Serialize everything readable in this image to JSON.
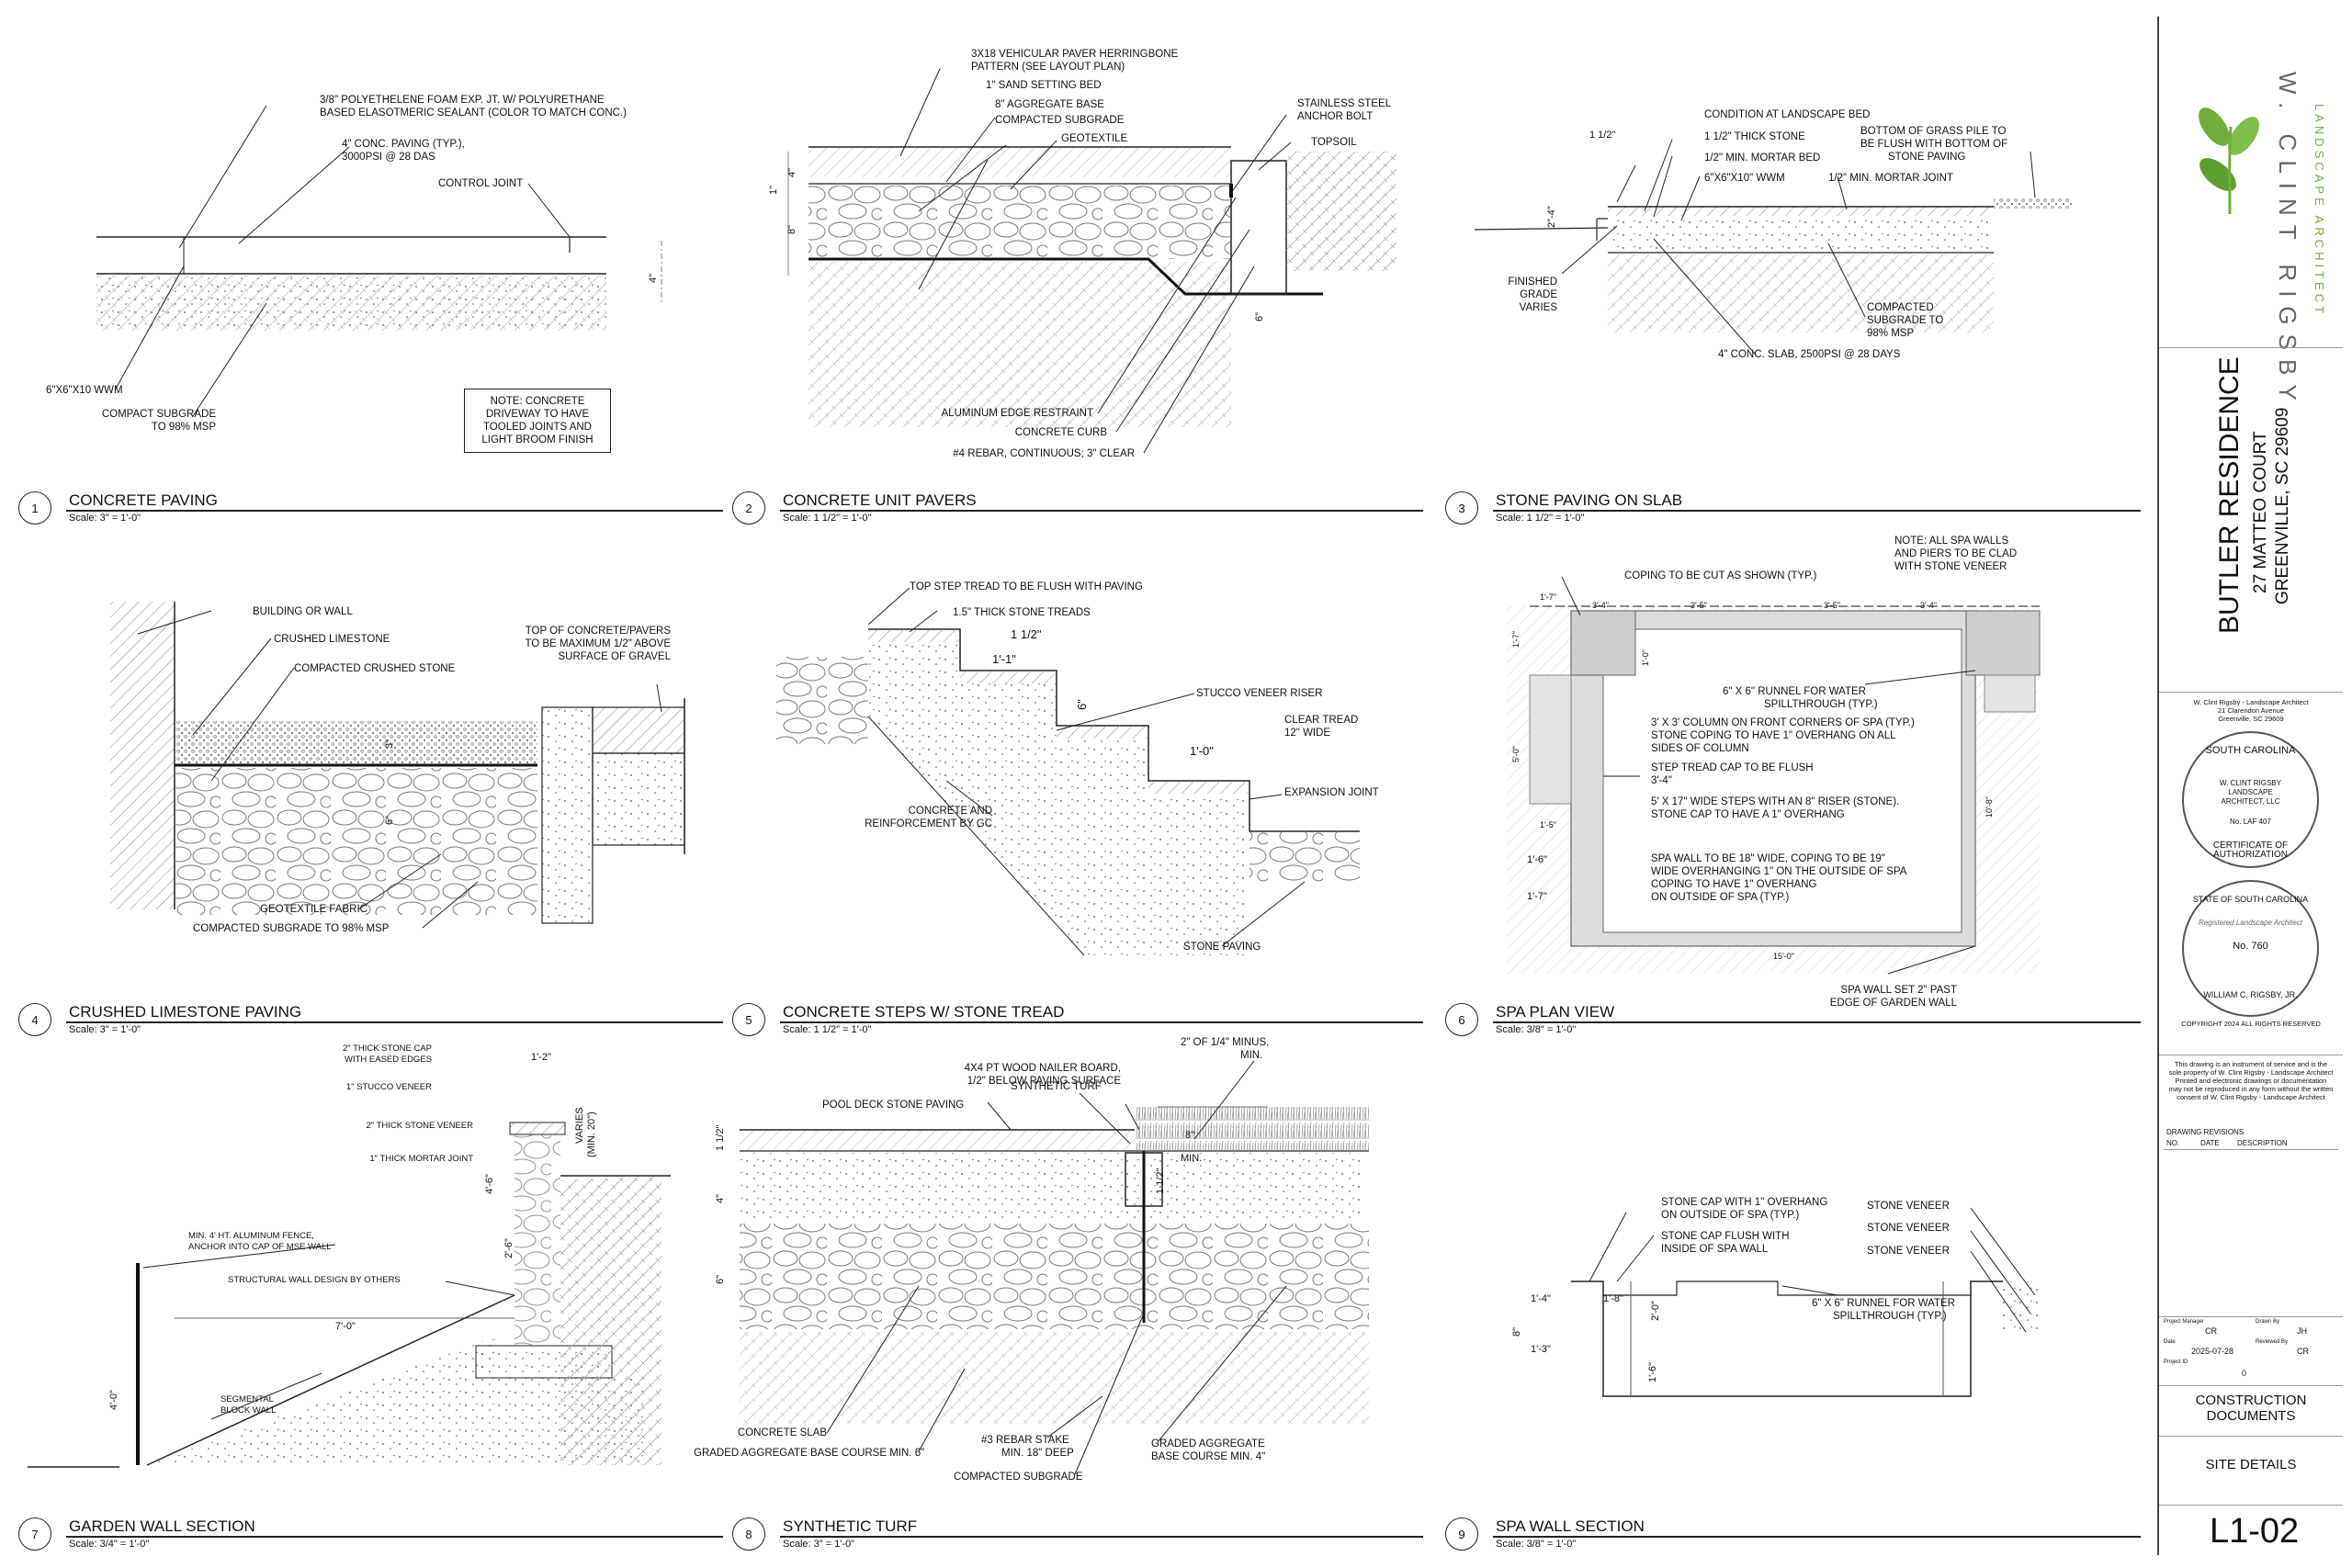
{
  "sheet": {
    "number": "L1-02",
    "title": "SITE DETAILS",
    "phase": "CONSTRUCTION DOCUMENTS"
  },
  "firm": {
    "name": "W. CLINT RIGSBY",
    "subtitle": "LANDSCAPE ARCHITECT",
    "address_line1": "W. Clint Rigsby - Landscape Architect",
    "address_line2": "21 Clarendon Avenue",
    "address_line3": "Greenville, SC 29609",
    "brand_color": "#6fae3c"
  },
  "project": {
    "name": "BUTLER RESIDENCE",
    "street": "27 MATTEO COURT",
    "city": "GREENVILLE, SC 29609"
  },
  "seals": {
    "cert_top": "SOUTH CAROLINA",
    "cert_center": "W. CLINT RIGSBY LANDSCAPE ARCHITECT, LLC",
    "cert_no": "No. LAF 407",
    "cert_bottom": "CERTIFICATE OF AUTHORIZATION",
    "state_top": "STATE OF SOUTH CAROLINA",
    "state_mid": "Registered Landscape Architect",
    "state_no": "No. 760",
    "state_bottom": "WILLIAM C. RIGSBY, JR."
  },
  "copyright": "COPYRIGHT 2024 ALL RIGHTS RESERVED",
  "disclaimer": "This drawing is an instrument of service and is the sole property of W. Clint Rigsby - Landscape Architect Printed and electronic drawings or documentation may not be reproduced in any form without the written consent of W. Clint Rigsby - Landscape Architect",
  "revisions": {
    "title": "DRAWING REVISIONS",
    "columns": [
      "NO.",
      "DATE",
      "DESCRIPTION"
    ]
  },
  "info": {
    "project_manager_label": "Project Manager",
    "project_manager": "CR",
    "drawn_by_label": "Drawn By",
    "drawn_by": "JH",
    "date_label": "Date",
    "date": "2025-07-28",
    "reviewed_by_label": "Reviewed By",
    "reviewed_by": "CR",
    "project_id_label": "Project ID",
    "project_id": "0"
  },
  "details": [
    {
      "num": "1",
      "title": "CONCRETE PAVING",
      "scale": "Scale: 3\" = 1'-0\"",
      "labels": {
        "a": "3/8\" POLYETHELENE FOAM EXP. JT. W/ POLYURETHANE",
        "a2": "BASED ELASOTMERIC SEALANT (COLOR TO MATCH CONC.)",
        "b": "4\" CONC. PAVING (TYP.),",
        "b2": "3000PSI @ 28 DAS",
        "c": "CONTROL JOINT",
        "d": "6\"x6\"x10 WWM",
        "e": "COMPACT SUBGRADE",
        "e2": "TO 98% MSP",
        "note": "NOTE:  CONCRETE DRIVEWAY TO HAVE TOOLED JOINTS AND LIGHT BROOM FINISH",
        "dim": "4\""
      }
    },
    {
      "num": "2",
      "title": "CONCRETE UNIT PAVERS",
      "scale": "Scale: 1 1/2\" = 1'-0\"",
      "labels": {
        "a": "3x18 VEHICULAR PAVER HERRINGBONE",
        "a2": "PATTERN (SEE LAYOUT PLAN)",
        "b": "1\" SAND SETTING BED",
        "c": "8\" AGGREGATE BASE",
        "d": "COMPACTED SUBGRADE",
        "e": "GEOTEXTILE",
        "f": "STAINLESS STEEL",
        "f2": "ANCHOR BOLT",
        "g": "TOPSOIL",
        "h": "ALUMINUM EDGE RESTRAINT",
        "i": "CONCRETE CURB",
        "j": "#4 REBAR, CONTINUOUS; 3\" CLEAR",
        "d1": "4\"",
        "d2": "1\"",
        "d3": "8\"",
        "d4": "6\""
      }
    },
    {
      "num": "3",
      "title": "STONE PAVING ON SLAB",
      "scale": "Scale: 1 1/2\" = 1'-0\"",
      "labels": {
        "a": "CONDITION AT LANDSCAPE BED",
        "b": "1 1/2\" THICK STONE",
        "c": "1/2\" MIN. MORTAR BED",
        "d": "6\"x6\"x10\" WWM",
        "e": "1/2\" MIN. MORTAR JOINT",
        "f": "BOTTOM OF GRASS PILE TO",
        "f2": "BE FLUSH WITH BOTTOM OF",
        "f3": "STONE PAVING",
        "g": "FINISHED",
        "g2": "GRADE",
        "g3": "VARIES",
        "h": "COMPACTED",
        "h2": "SUBGRADE TO",
        "h3": "98% MSP",
        "i": "4\" CONC. SLAB, 2500psi @ 28 DAYS",
        "d1": "1 1/2\"",
        "d2": "2\"-4\""
      }
    },
    {
      "num": "4",
      "title": "CRUSHED LIMESTONE PAVING",
      "scale": "Scale: 3\" = 1'-0\"",
      "labels": {
        "a": "BUILDING OR WALL",
        "b": "CRUSHED LIMESTONE",
        "c": "COMPACTED CRUSHED STONE",
        "d": "TOP OF CONCRETE/PAVERS",
        "d2": "TO BE MAXIMUM 1/2\" ABOVE",
        "d3": "SURFACE OF GRAVEL",
        "e": "GEOTEXTILE FABRIC",
        "f": "COMPACTED SUBGRADE TO 98% MSP",
        "d1": "3\"",
        "d4": "6\""
      }
    },
    {
      "num": "5",
      "title": "CONCRETE STEPS W/ STONE TREAD",
      "scale": "Scale: 1 1/2\" = 1'-0\"",
      "labels": {
        "a": "TOP STEP TREAD TO BE FLUSH WITH PAVING",
        "b": "1.5\" THICK STONE TREADS",
        "c": "STUCCO VENEER RISER",
        "d": "CLEAR TREAD",
        "d2": "12\" WIDE",
        "e": "EXPANSION JOINT",
        "f": "CONCRETE AND",
        "f2": "REINFORCEMENT BY GC",
        "g": "STONE PAVING",
        "d1": "1 1/2\"",
        "d3": "1'-1\"",
        "d4": "6\"",
        "d5": "1'-0\""
      }
    },
    {
      "num": "6",
      "title": "SPA PLAN VIEW",
      "scale": "Scale: 3/8\" = 1'-0\"",
      "labels": {
        "note": "NOTE: ALL SPA WALLS AND PIERS TO BE CLAD WITH STONE VENEER",
        "a": "COPING TO BE CUT AS SHOWN (TYP.)",
        "b": "6\" x 6\" RUNNEL FOR WATER",
        "b2": "SPILLTHROUGH (TYP.)",
        "c": "3' x 3' COLUMN ON FRONT CORNERS OF SPA (TYP.)",
        "c2": "STONE COPING TO HAVE 1\" OVERHANG ON ALL",
        "c3": "SIDES OF COLUMN",
        "d": "STEP TREAD CAP TO BE FLUSH",
        "d2": "3'-4\"",
        "e": "5' x 17\" WIDE STEPS WITH AN 8\" RISER (STONE).",
        "e2": "STONE CAP TO HAVE A 1\" OVERHANG",
        "f": "SPA WALL TO BE 18\" WIDE, COPING TO BE 19\"",
        "f2": "WIDE OVERHANGING 1\" ON THE OUTSIDE OF SPA",
        "g": "COPING TO HAVE 1\" OVERHANG",
        "g2": "ON OUTSIDE OF SPA (TYP.)",
        "h": "SPA WALL SET 2\" PAST",
        "h2": "EDGE  OF GARDEN WALL",
        "d1": "1'-7\"",
        "d3": "3'-5\"",
        "d4": "3'-5\"",
        "d5": "3'-4\"",
        "d6": "1'-7\"",
        "d7": "5'-0\"",
        "d8": "1'-5\"",
        "d9": "1'-6\"",
        "d10": "1'-7\"",
        "d11": "15'-0\"",
        "d12": "10'-8\"",
        "d13": "1'-0\""
      }
    },
    {
      "num": "7",
      "title": "GARDEN WALL SECTION",
      "scale": "Scale: 3/4\" = 1'-0\"",
      "labels": {
        "a": "2\" THICK STONE CAP",
        "a2": "WITH EASED EDGES",
        "b": "1\" STUCCO VENEER",
        "c": "2\" THICK STONE VENEER",
        "d": "1\" THICK MORTAR JOINT",
        "e": "MIN. 4' HT. ALUMINUM FENCE,",
        "e2": "ANCHOR INTO CAP OF MSE WALL",
        "f": "STRUCTURAL WALL DESIGN BY OTHERS",
        "g": "SEGMENTAL",
        "g2": "BLOCK WALL",
        "d1": "1'-2\"",
        "d2": "VARIES",
        "d3": "(MIN. 20\")",
        "d4": "4'-6\"",
        "d5": "2'-6\"",
        "d6": "7'-0\"",
        "d7": "4'-0\""
      }
    },
    {
      "num": "8",
      "title": "SYNTHETIC TURF",
      "scale": "Scale: 3\" = 1'-0\"",
      "labels": {
        "a": "SYNTHETIC TURF",
        "b": "4x4 PT WOOD NAILER BOARD,",
        "b2": "1/2\" BELOW PAVING SURFACE",
        "c": "POOL DECK STONE PAVING",
        "d": "2\" OF 1/4\" MINUS,",
        "d2": "MIN.",
        "e": "CONCRETE SLAB",
        "f": "GRADED AGGREGATE BASE COURSE MIN. 6\"",
        "g": "#3 REBAR STAKE",
        "g2": "MIN. 18\" DEEP",
        "h": "GRADED AGGREGATE",
        "h2": "BASE COURSE MIN. 4\"",
        "i": "COMPACTED SUBGRADE",
        "d1": "8\"",
        "d3": "1 1/2\"",
        "d4": "4\"",
        "d5": "6\"",
        "d6": "1 1/2\""
      }
    },
    {
      "num": "9",
      "title": "SPA WALL SECTION",
      "scale": "Scale: 3/8\" = 1'-0\"",
      "labels": {
        "a": "STONE CAP WITH 1\" OVERHANG",
        "a2": "ON OUTSIDE OF SPA (TYP.)",
        "b": "STONE CAP FLUSH WITH",
        "b2": "INSIDE OF SPA WALL",
        "c": "STONE VENEER",
        "d": "STONE VENEER",
        "e": "STONE VENEER",
        "f": "6\" x 6\" RUNNEL FOR WATER",
        "f2": "SPILLTHROUGH (TYP.)",
        "d1": "1'-4\"",
        "d2": "1'-8\"",
        "d3": "2'-0\"",
        "d4": "8\"",
        "d5": "1'-6\"",
        "d6": "1'-3\""
      }
    }
  ]
}
